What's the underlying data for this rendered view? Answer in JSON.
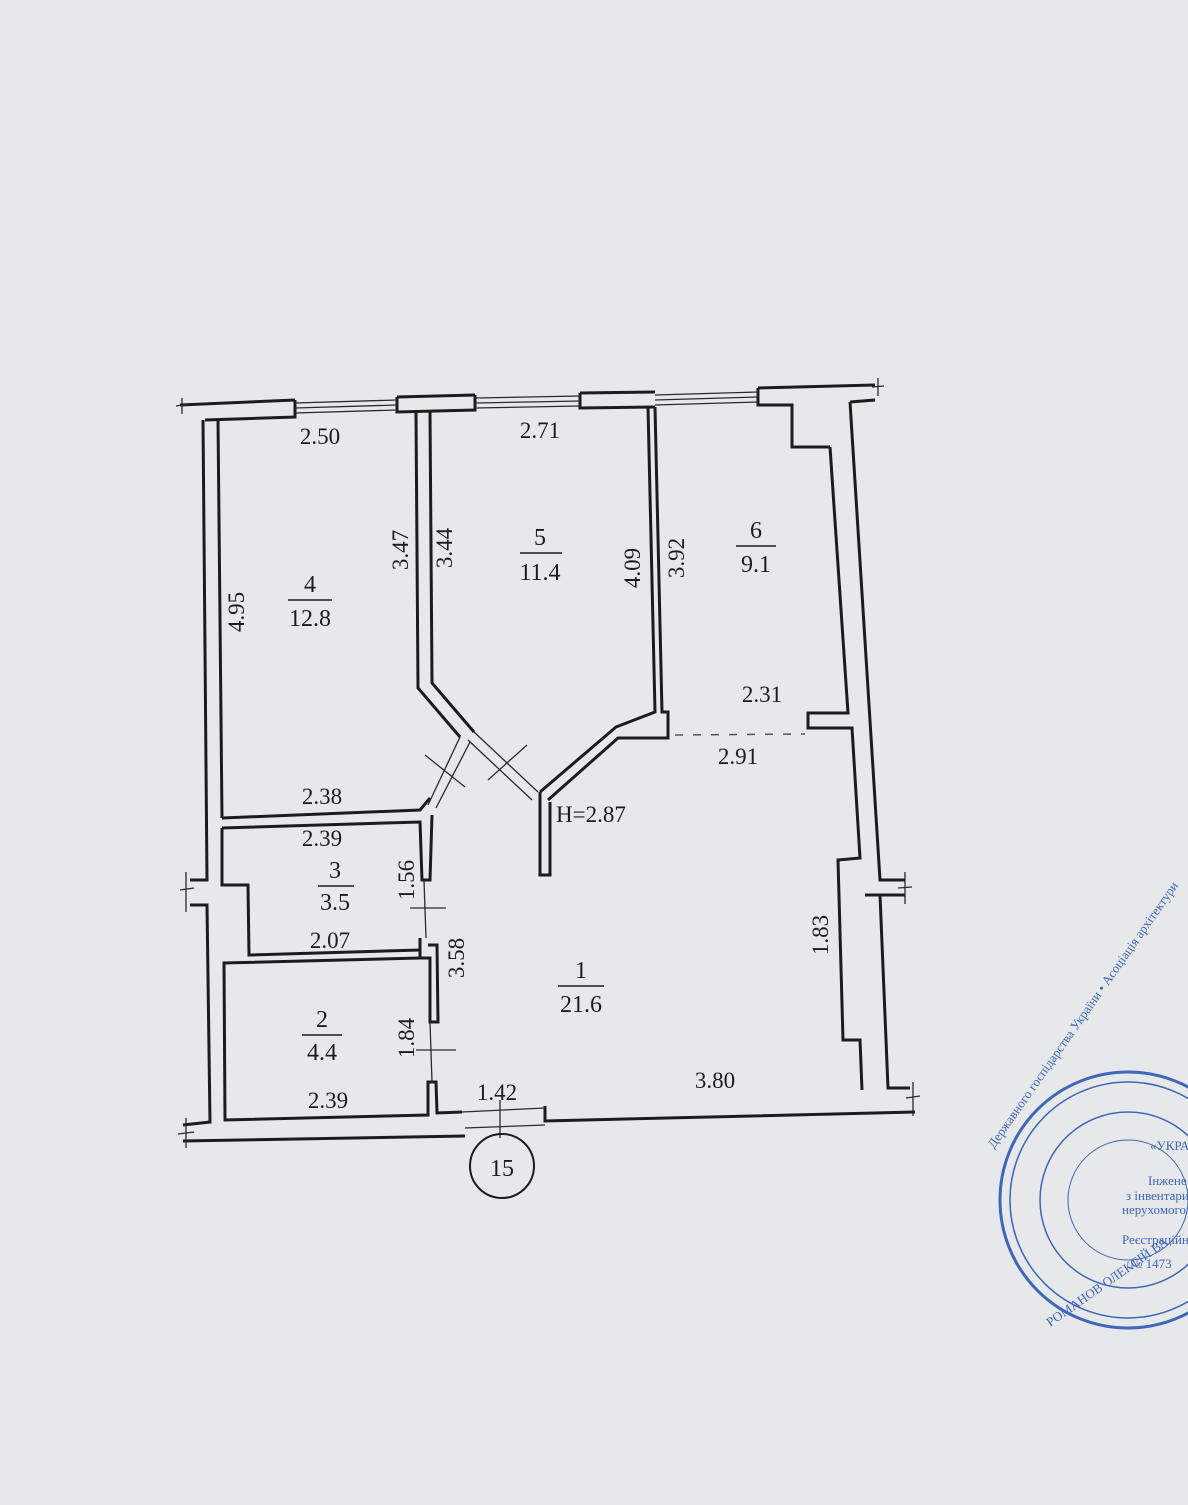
{
  "plan": {
    "ceiling_height": "H=2.87",
    "axis_marker": "15",
    "rooms": [
      {
        "number": "1",
        "area": "21.6"
      },
      {
        "number": "2",
        "area": "4.4"
      },
      {
        "number": "3",
        "area": "3.5"
      },
      {
        "number": "4",
        "area": "12.8"
      },
      {
        "number": "5",
        "area": "11.4"
      },
      {
        "number": "6",
        "area": "9.1"
      }
    ],
    "dimensions": {
      "room4_top": "2.50",
      "room4_left": "4.95",
      "room4_right": "3.47",
      "room4_bottom": "2.38",
      "room5_top": "2.71",
      "room5_left": "3.44",
      "room5_right": "4.09",
      "room6_left": "3.92",
      "room6_bottom": "2.31",
      "hall_opening": "2.91",
      "room3_top": "2.39",
      "room3_right": "1.56",
      "room3_bottom": "2.07",
      "hall_left": "3.58",
      "room2_right": "1.84",
      "room2_bottom": "2.39",
      "entrance": "1.42",
      "room1_bottom": "3.80",
      "room1_right": "1.83"
    }
  },
  "stamp": {
    "outer_text": "Державного госпідарства України • Асоціація архітектури",
    "middle_text": "РОМАНОВ ОЛЕКСІЙ ВА",
    "inner_lines": [
      "«УКРА",
      "Інжене",
      "з інвентари",
      "нерухомого",
      "Реєстраційн",
      "№ 1473"
    ]
  }
}
